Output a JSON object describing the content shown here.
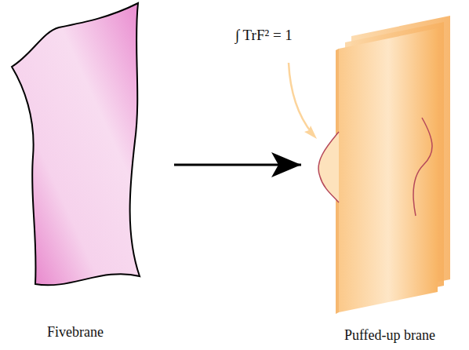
{
  "diagram": {
    "nodes": [
      {
        "text": [
          "Fivebrane"
        ]
      },
      {
        "text": [
          "Puffed-up brane"
        ]
      }
    ],
    "edges": [
      {
        "from": 0,
        "to": 1,
        "arrow": "to"
      }
    ],
    "labels": [
      "∫ TrF² = 1"
    ]
  }
}
